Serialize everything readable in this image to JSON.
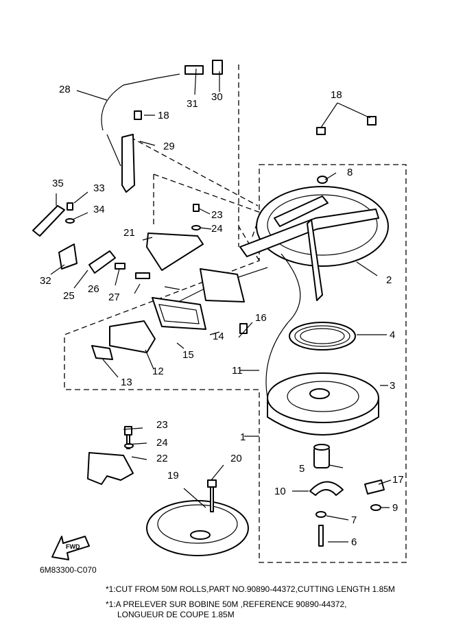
{
  "diagram": {
    "callouts": {
      "p1": "1",
      "p2": "2",
      "p3": "3",
      "p4": "4",
      "p5": "5",
      "p6": "6",
      "p7": "7",
      "p8": "8",
      "p9": "9",
      "p10": "10",
      "p11": "11",
      "p12": "12",
      "p13": "13",
      "p14": "14",
      "p15": "15",
      "p16": "16",
      "p17": "17",
      "p18": "18",
      "p19": "19",
      "p20": "20",
      "p21": "21",
      "p22": "22",
      "p23a": "23",
      "p23b": "23",
      "p24a": "24",
      "p24b": "24",
      "p25": "25",
      "p26": "26",
      "p27": "27",
      "p28": "28",
      "p29": "29",
      "p30": "30",
      "p31": "31",
      "p32": "32",
      "p33": "33",
      "p34": "34",
      "p35": "35"
    },
    "fwd_label": "FWD",
    "drawing_code": "6M83300-C070",
    "note_line1": "*1:CUT FROM 50M ROLLS,PART NO.90890-44372,CUTTING LENGTH 1.85M",
    "note_line2": "*1:A PRELEVER SUR BOBINE 50M ,REFERENCE 90890-44372,",
    "note_line3": "LONGUEUR DE COUPE 1.85M"
  }
}
